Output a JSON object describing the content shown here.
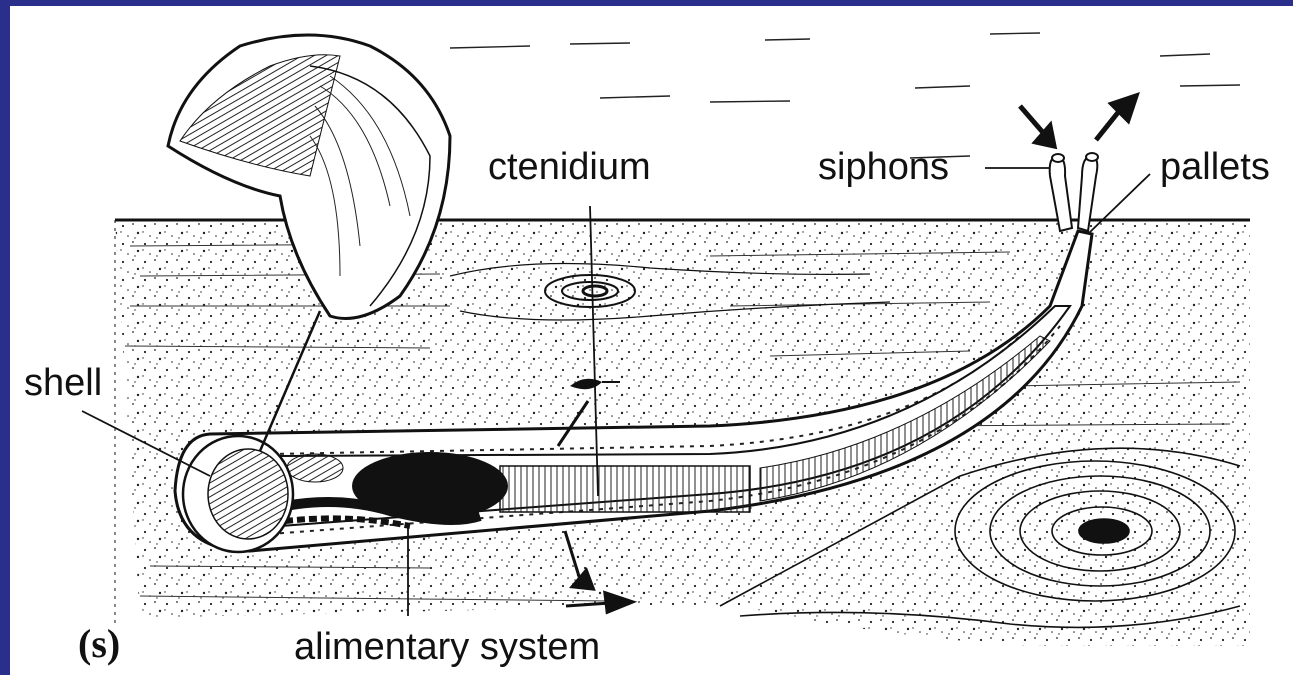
{
  "labels": {
    "shell": "shell",
    "ctenidium": "ctenidium",
    "siphons": "siphons",
    "pallets": "pallets",
    "alimentary_system": "alimentary system",
    "panel_letter": "(s)"
  },
  "colors": {
    "frame": "#2b2f8c",
    "ink": "#111111",
    "paper": "#ffffff"
  }
}
